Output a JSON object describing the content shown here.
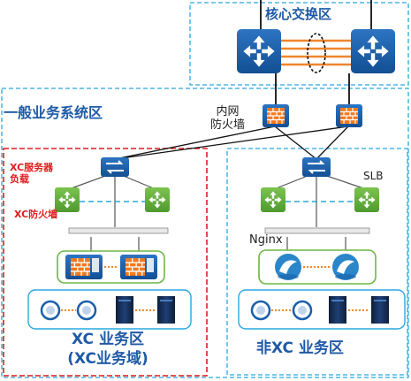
{
  "zones": {
    "core": {
      "title": "核心交换区"
    },
    "general": {
      "title": "一般业务系统区"
    },
    "xc": {
      "title": "XC 业务区",
      "subtitle": "(XC业务域)"
    },
    "non_xc": {
      "title": "非XC 业务区"
    }
  },
  "labels": {
    "internal_firewall_line1": "内网",
    "internal_firewall_line2": "防火墙",
    "xc_server_lb_line1": "XC服务器",
    "xc_server_lb_line2": "负载",
    "xc_firewall": "XC防火墙",
    "slb": "SLB",
    "nginx": "Nginx"
  },
  "colors": {
    "device_blue": "#1a5faa",
    "zone_border_blue": "#29a8e0",
    "xc_border_red": "#e01c1c",
    "firewall_orange": "#f07a1f",
    "link_orange": "#f0862a",
    "lb_green": "#6bb843",
    "title_blue": "#1f5aa6"
  },
  "icons": [
    "core-switch-icon",
    "firewall-icon",
    "layer3-switch-icon",
    "load-balancer-icon",
    "nginx-server-icon",
    "database-icon",
    "server-rack-icon"
  ]
}
